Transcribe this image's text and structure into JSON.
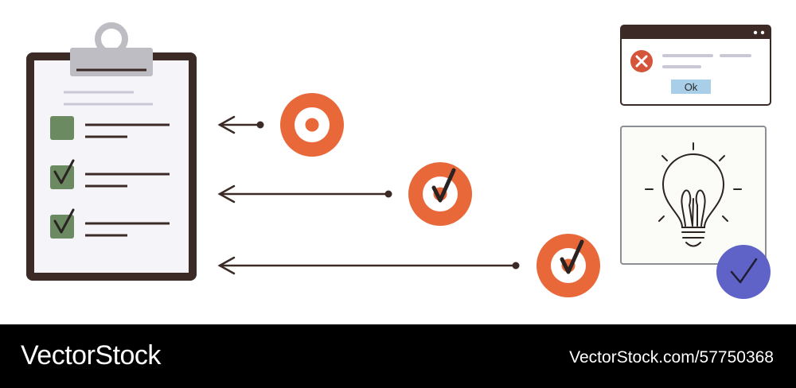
{
  "dialog": {
    "button_label": "Ok",
    "icon": "error-x-icon"
  },
  "checklist": {
    "items": [
      {
        "checked": false
      },
      {
        "checked": true
      },
      {
        "checked": true
      }
    ]
  },
  "targets": [
    {
      "icon": "target-icon",
      "checked": false
    },
    {
      "icon": "target-check-icon",
      "checked": true
    },
    {
      "icon": "target-check-icon",
      "checked": true
    }
  ],
  "idea_card": {
    "icon": "lightbulb-icon",
    "badge_icon": "check-badge-icon"
  },
  "footer": {
    "brand": "VectorStock",
    "url": "VectorStock.com/57750368"
  },
  "colors": {
    "accent_orange": "#e8683a",
    "frame_brown": "#3c2a27",
    "check_green": "#6b8a62",
    "badge_blue": "#5f63c8",
    "button_blue": "#a9cfe8",
    "error_red": "#d4553a"
  }
}
